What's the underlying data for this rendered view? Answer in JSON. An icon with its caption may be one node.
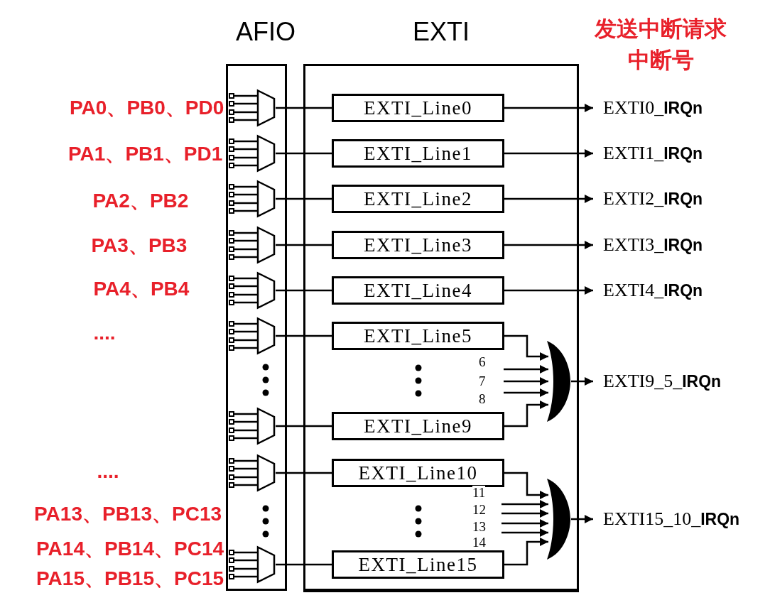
{
  "diagram": {
    "nodes": [
      {
        "text": [
          "AFIO"
        ]
      },
      {
        "text": [],
        "shape": "trapezoid",
        "in": 0
      },
      {
        "text": [],
        "shape": "trapezoid",
        "in": 0
      },
      {
        "text": [],
        "shape": "trapezoid",
        "in": 0
      },
      {
        "text": [],
        "shape": "trapezoid",
        "in": 0
      },
      {
        "text": [],
        "shape": "trapezoid",
        "in": 0
      },
      {
        "text": [],
        "shape": "trapezoid",
        "in": 0
      },
      {
        "text": [],
        "shape": "trapezoid",
        "in": 0
      },
      {
        "text": [],
        "shape": "trapezoid",
        "in": 0
      },
      {
        "text": [],
        "shape": "trapezoid",
        "in": 0
      },
      {
        "text": [
          "EXTI"
        ]
      },
      {
        "text": [
          "EXTI_Line0"
        ],
        "in": 10
      },
      {
        "text": [
          "EXTI_Line1"
        ],
        "in": 10
      },
      {
        "text": [
          "EXTI_Line2"
        ],
        "in": 10
      },
      {
        "text": [
          "EXTI_Line3"
        ],
        "in": 10
      },
      {
        "text": [
          "EXTI_Line4"
        ],
        "in": 10
      },
      {
        "text": [
          "EXTI_Line5"
        ],
        "in": 10
      },
      {
        "text": [
          "EXTI_Line9"
        ],
        "in": 10
      },
      {
        "text": [
          "EXTI_Line10"
        ],
        "in": 10
      },
      {
        "text": [
          "EXTI_Line15"
        ],
        "in": 10
      },
      {
        "text": [],
        "shape": "gate",
        "in": 10
      },
      {
        "text": [],
        "shape": "gate",
        "in": 10
      },
      {
        "text": [
          "EXTI0_**IRQn**"
        ]
      },
      {
        "text": [
          "EXTI1_**IRQn**"
        ]
      },
      {
        "text": [
          "EXTI2_**IRQn**"
        ]
      },
      {
        "text": [
          "EXTI3_**IRQn**"
        ]
      },
      {
        "text": [
          "EXTI4_**IRQn**"
        ]
      },
      {
        "text": [
          "EXTI9_5_**IRQn**"
        ]
      },
      {
        "text": [
          "EXTI15_10_**IRQn**"
        ]
      }
    ],
    "edges": [
      {
        "from": 1,
        "to": 11,
        "arrow": "none"
      },
      {
        "from": 2,
        "to": 12,
        "arrow": "none"
      },
      {
        "from": 3,
        "to": 13,
        "arrow": "none"
      },
      {
        "from": 4,
        "to": 14,
        "arrow": "none"
      },
      {
        "from": 5,
        "to": 15,
        "arrow": "none"
      },
      {
        "from": 6,
        "to": 16,
        "arrow": "none"
      },
      {
        "from": 7,
        "to": 17,
        "arrow": "none"
      },
      {
        "from": 8,
        "to": 18,
        "arrow": "none"
      },
      {
        "from": 9,
        "to": 19,
        "arrow": "none"
      },
      {
        "from": 11,
        "to": 22,
        "arrow": "to"
      },
      {
        "from": 12,
        "to": 23,
        "arrow": "to"
      },
      {
        "from": 13,
        "to": 24,
        "arrow": "to"
      },
      {
        "from": 14,
        "to": 25,
        "arrow": "to"
      },
      {
        "from": 15,
        "to": 26,
        "arrow": "to"
      },
      {
        "from": 16,
        "to": 20,
        "arrow": "to"
      },
      {
        "from": null,
        "to": 20,
        "arrow": "to",
        "label": "6"
      },
      {
        "from": null,
        "to": 20,
        "arrow": "to",
        "label": "7"
      },
      {
        "from": null,
        "to": 20,
        "arrow": "to",
        "label": "8"
      },
      {
        "from": 17,
        "to": 20,
        "arrow": "to"
      },
      {
        "from": 20,
        "to": 27,
        "arrow": "to"
      },
      {
        "from": 18,
        "to": 21,
        "arrow": "to"
      },
      {
        "from": null,
        "to": 21,
        "arrow": "to",
        "label": "11"
      },
      {
        "from": null,
        "to": 21,
        "arrow": "to",
        "label": "12"
      },
      {
        "from": null,
        "to": 21,
        "arrow": "to",
        "label": "13"
      },
      {
        "from": null,
        "to": 21,
        "arrow": "to",
        "label": "14"
      },
      {
        "from": 19,
        "to": 21,
        "arrow": "to"
      },
      {
        "from": 21,
        "to": 28,
        "arrow": "to"
      }
    ],
    "labels": [
      "发送中断请求",
      "中断号",
      "PA0、PB0、PD0",
      "PA1、PB1、PD1",
      "PA2、PB2",
      "PA3、PB3",
      "PA4、PB4",
      "....",
      "....",
      "PA13、PB13、PC13",
      "PA14、PB14、PC14",
      "PA15、PB15、PC15"
    ]
  }
}
